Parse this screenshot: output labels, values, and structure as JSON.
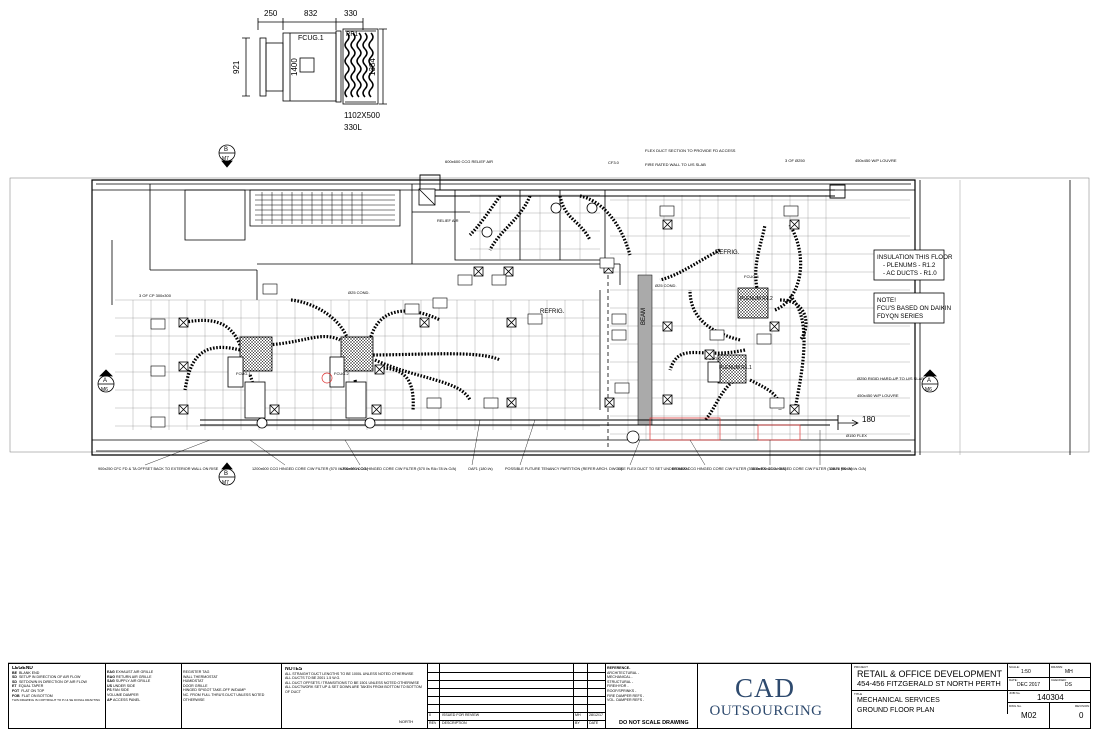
{
  "detail": {
    "dim_top": [
      "250",
      "832",
      "330"
    ],
    "dim_left": "921",
    "dim_unit": "1400",
    "dim_right": "1384",
    "unit_label": "FCUG.1",
    "box_label": "RR1",
    "box_size": "1102X500",
    "box_len": "330L"
  },
  "markers": {
    "b_letter": "B",
    "a_letter": "A",
    "sheet": "M7",
    "sheet_a": "M6"
  },
  "notes_box": {
    "insulation_title": "INSULATION THIS FLOOR",
    "insulation_lines": [
      "- PLENUMS - R1.2",
      "- AC DUCTS - R1.0"
    ],
    "note_title": "NOTE!",
    "note_lines": [
      "FCU'S BASED ON DAIKIN",
      "FDYQN SERIES"
    ]
  },
  "plan_labels": {
    "relief_top": "600x600 CCG RELIEF AIR",
    "flex_top": "FLEX DUCT SECTION TO PROVIDE FD ACCESS",
    "fire_rated": "FIRE RATED WALL TO U/S SLAB",
    "cf": "CF3.0",
    "three_of": "3 OF Ø250",
    "louvre_top": "450x450 W/P LOUVRE",
    "relief_air": "RELIEF AIR",
    "refrig1": "REFRIG.",
    "refrig2": "REFRIG.",
    "cond": "Ø25 COND.",
    "cond2": "Ø25 COND.",
    "beam": "BEAM",
    "cp": "3 OF CP 300x300",
    "plenum1": "PLENUM R1.1",
    "plenum2": "PLENUM R1.2",
    "fcug1": "FCUG.1",
    "fcug2": "FCUG.2",
    "fcug3": "FCUG.3",
    "fcug4": "FCUG.4",
    "rigid": "Ø250 RIGID HARD-UP TO U/S SLAB",
    "louvre_right": "450x450 W/P LOUVRE",
    "flex150": "Ø150 FLEX",
    "dim180": "180",
    "bottom_1": "900x250 CFC FD & TA OFFSET BACK TO EXTERIOR WALL ON RISE",
    "bottom_2": "1200x600 CCG HINGED CORE C/W FILTER (570 l/s RA=98 l/s O/A)",
    "bottom_3": "1200x600 CCG HINGED CORE C/W FILTER (570 l/s RA=78 l/s O/A)",
    "bottom_4": "OAF1 (180 l/s)",
    "bottom_5": "POSSIBLE FUTURE TENANCY PARTITION (REFER ARCH. DWGS)",
    "bottom_6": "USE FLEX DUCT TO SET UNDER BEAM",
    "bottom_7": "600x600 CCG HINGED CORE C/W FILTER (355 l/s RA=45 l/s O/A)",
    "bottom_8": "600x600 CCG HINGED CORE C/W FILTER (345 l/s RA=39 l/s O/A)",
    "bottom_9": "OAF2 (80 l/s)"
  },
  "title_block": {
    "legend_title": "LEGEND",
    "legend_rows": [
      [
        "BE",
        "BLANK END"
      ],
      [
        "SD",
        "SETUP IN DIRECTION OF AIR FLOW"
      ],
      [
        "SD",
        "SETDOWN IN DIRECTION OF AIR FLOW"
      ],
      [
        "ET",
        "EQUAL TAPER"
      ],
      [
        "FOT",
        "FLAT ON TOP"
      ],
      [
        "FOB",
        "FLAT ON BOTTOM"
      ]
    ],
    "legend_rows2": [
      [
        "EAG",
        "EXHAUST AIR GRILLE"
      ],
      [
        "RAG",
        "RETURN AIR GRILLE"
      ],
      [
        "SAG",
        "SUPPLY AIR GRILLE"
      ],
      [
        "US",
        "UNDER SIDE"
      ],
      [
        "FS",
        "FAN SIDE"
      ],
      [
        "",
        "VOLUME DAMPER"
      ],
      [
        "AP",
        "ACCESS PANEL"
      ]
    ],
    "legend_rows3": [
      "REGISTER TAG",
      "WALL THERMOSTAT",
      "HUMIDSTAT",
      "DOOR GRILLE",
      "HINGED SPIGOT TAKE-OFF W/DAMP",
      "NC. FROM FULL THRU'S DUCT UNLESS NOTED OTHERWISE"
    ],
    "notes_title": "NOTES",
    "notes_lines": [
      "ALL STRAIGHT DUCT LENGTHS TO BE 1000L UNLESS NOTED OTHERWISE",
      "ALL DUCTS TO BE 2001 1.5 W.G.",
      "ALL DUCT OFFSETS / TRANSITIONS TO BE 1501 UNLESS NOTED OTHERWISE",
      "ALL DUCTWORK SET UP & SET DOWN ARE TAKEN FROM BOTTOM TO BOTTOM OF DUCT"
    ],
    "copyright": "THIS DRAWING IS COPYRIGHT TO PJ & SE DONAL DRAFTING",
    "north": "NORTH",
    "rev_row": [
      "0",
      "ISSUED FOR REVIEW",
      "MH",
      "28/12/17"
    ],
    "rev_header": [
      "REV",
      "DESCRIPTION",
      "BY",
      "DATE"
    ],
    "dont_scale": "DO NOT SCALE DRAWING",
    "reference_title": "REFERENCE-",
    "reference_lines": [
      "ARCHITECTURAL -",
      "MECHANICAL -",
      "STRUCTURAL -",
      "FIRE/HYDR -",
      "ROOF/SPRINKS -",
      "FIRE DAMPER REFS -",
      "VOL. DAMPER REFS -"
    ],
    "logo_line1": "CAD",
    "logo_line2": "OUTSOURCING",
    "project_label": "PROJECT",
    "project_name": "RETAIL & OFFICE DEVELOPMENT",
    "project_address": "454-456 FITZGERALD ST NORTH PERTH",
    "title_label": "TITLE",
    "title_line1": "MECHANICAL SERVICES",
    "title_line2": "GROUND FLOOR PLAN",
    "scale_label": "SCALE:",
    "scale": "1:50",
    "drawn_label": "DRAWN:",
    "drawn": "MH",
    "date_label": "DATE:",
    "date": "DEC 2017",
    "checked_label": "CHECKED:",
    "checked": "DS",
    "job_label": "JOB No.",
    "job": "140304",
    "dwg_label": "DWG No.",
    "dwg": "M02",
    "revision_label": "REVISION",
    "revision": "0"
  }
}
